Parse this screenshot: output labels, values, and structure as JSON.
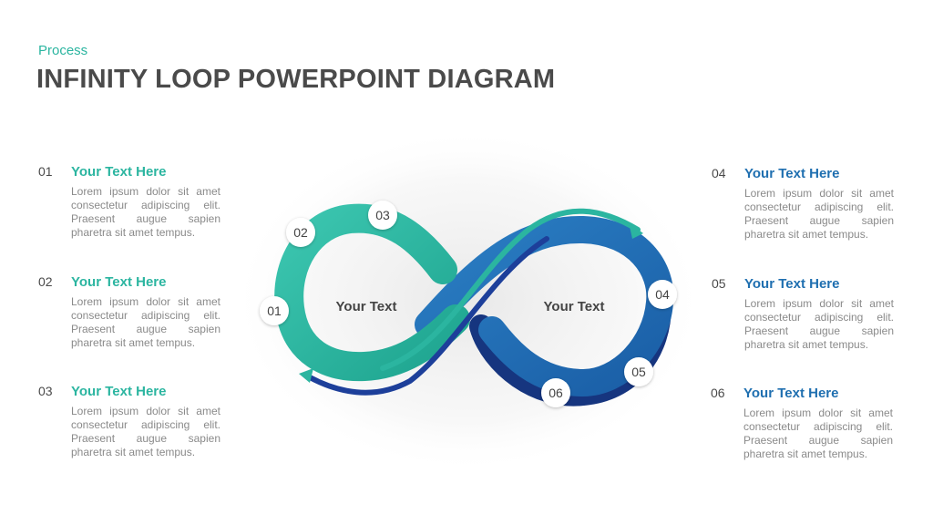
{
  "header": {
    "eyebrow": "Process",
    "title": "INFINITY LOOP POWERPOINT DIAGRAM"
  },
  "colors": {
    "teal": "#2bb5a0",
    "blue": "#1f6fb0",
    "dark_blue": "#1d3f9a",
    "text": "#4a4a4a",
    "body": "#8a8a8a"
  },
  "loop": {
    "left_label": "Your Text",
    "right_label": "Your Text",
    "markers": [
      "01",
      "02",
      "03",
      "04",
      "05",
      "06"
    ]
  },
  "items": [
    {
      "num": "01",
      "title": "Your Text Here",
      "body": "Lorem ipsum dolor sit amet consectetur adipiscing elit. Praesent augue sapien pharetra sit amet tempus.",
      "color": "#2bb5a0"
    },
    {
      "num": "02",
      "title": "Your Text Here",
      "body": "Lorem ipsum dolor sit amet consectetur adipiscing elit. Praesent augue sapien pharetra sit amet tempus.",
      "color": "#2bb5a0"
    },
    {
      "num": "03",
      "title": "Your Text Here",
      "body": "Lorem ipsum dolor sit amet consectetur adipiscing elit. Praesent augue sapien pharetra sit amet tempus.",
      "color": "#2bb5a0"
    },
    {
      "num": "04",
      "title": "Your Text Here",
      "body": "Lorem ipsum dolor sit amet consectetur adipiscing elit. Praesent augue sapien pharetra sit amet tempus.",
      "color": "#1f6fb0"
    },
    {
      "num": "05",
      "title": "Your Text Here",
      "body": "Lorem ipsum dolor sit amet consectetur adipiscing elit. Praesent augue sapien pharetra sit amet tempus.",
      "color": "#1f6fb0"
    },
    {
      "num": "06",
      "title": "Your Text Here",
      "body": "Lorem ipsum dolor sit amet consectetur adipiscing elit. Praesent augue sapien pharetra sit amet tempus.",
      "color": "#1f6fb0"
    }
  ]
}
